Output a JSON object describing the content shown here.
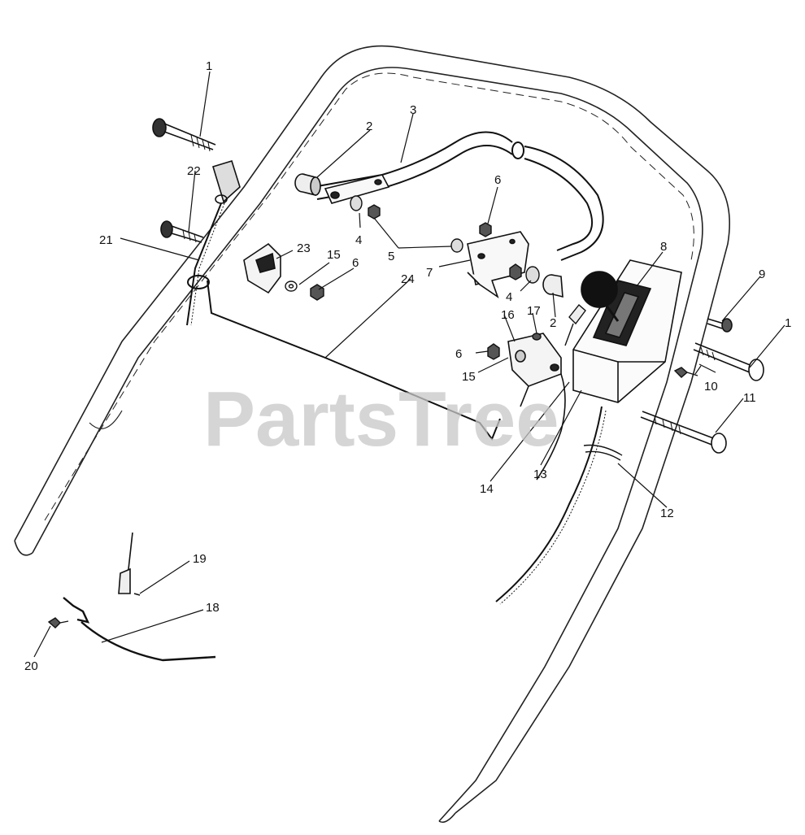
{
  "watermark": "PartsTree",
  "callouts": {
    "c1a": "1",
    "c1b": "1",
    "c2a": "2",
    "c2b": "2",
    "c3": "3",
    "c4a": "4",
    "c4b": "4",
    "c5": "5",
    "c6a": "6",
    "c6b": "6",
    "c6c": "6",
    "c7": "7",
    "c8": "8",
    "c9": "9",
    "c10": "10",
    "c11": "11",
    "c12": "12",
    "c13": "13",
    "c14": "14",
    "c15a": "15",
    "c15b": "15",
    "c16": "16",
    "c17": "17",
    "c18": "18",
    "c19": "19",
    "c20": "20",
    "c21": "21",
    "c22": "22",
    "c23": "23",
    "c24": "24"
  }
}
